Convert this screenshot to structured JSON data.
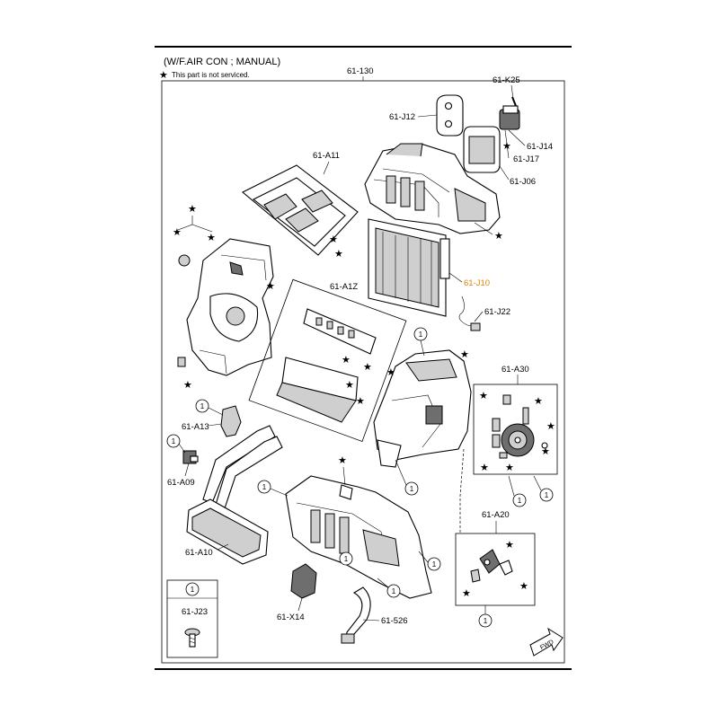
{
  "header": {
    "title": "(W/F.AIR CON ; MANUAL)",
    "star_note_symbol": "★",
    "star_note_text": "This part is not serviced."
  },
  "main_label": "61-130",
  "ref_circle_text": "1",
  "parts": {
    "k25": "61-K25",
    "j12": "61-J12",
    "j14": "61-J14",
    "j17": "61-J17",
    "j06": "61-J06",
    "a11": "61-A11",
    "j10": "61-J10",
    "j22": "61-J22",
    "a1z": "61-A1Z",
    "a30": "61-A30",
    "a13": "61-A13",
    "a09": "61-A09",
    "a10": "61-A10",
    "a20": "61-A20",
    "x14": "61-X14",
    "p526": "61-526",
    "j23": "61-J23"
  },
  "highlight_part": "61-J10",
  "forward_label": "FWD",
  "star_symbol": "★"
}
